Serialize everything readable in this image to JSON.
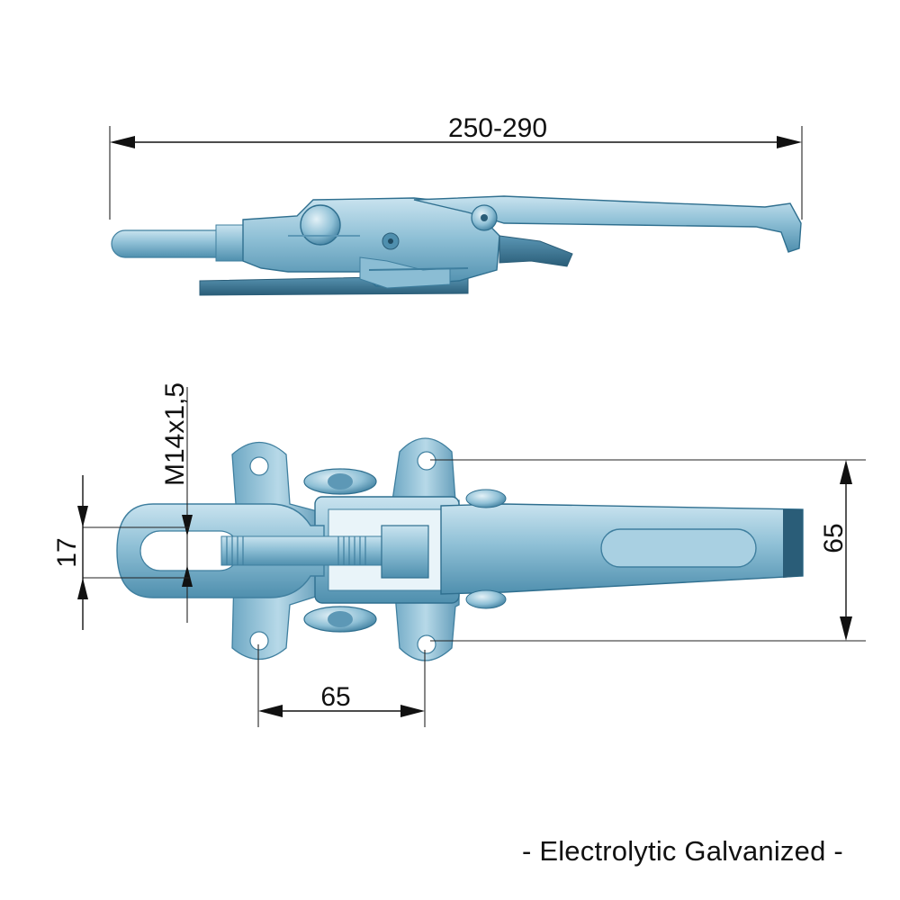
{
  "dimensions": {
    "overall_length": "250-290",
    "thread": "M14x1,5",
    "eye_diameter": "17",
    "hole_height_spacing": "65",
    "hole_width_spacing": "65"
  },
  "footer": {
    "finish_label": "- Electrolytic Galvanized -"
  },
  "colors": {
    "metal_light": "#a9d0e2",
    "metal_mid": "#78b0cb",
    "metal_dark": "#3f7f9f",
    "metal_shadow": "#2a5d78",
    "line": "#111111"
  }
}
